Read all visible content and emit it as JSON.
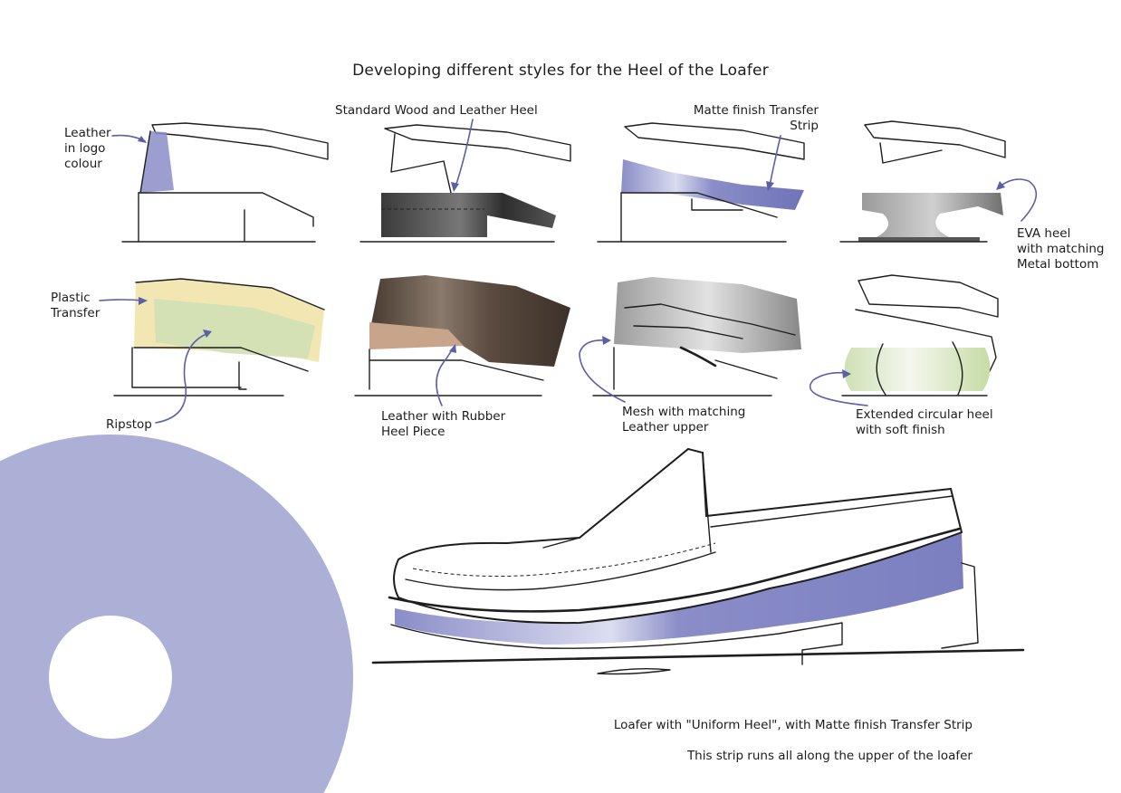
{
  "title": "Developing different styles for the Heel of the Loafer",
  "colors": {
    "accent_circle": "#adb0d6",
    "transfer_strip": "#8a8dc7",
    "arrow": "#5a5fa6"
  },
  "labels": {
    "leather_logo": "Leather\nin logo\ncolour",
    "standard_wood": "Standard Wood and Leather Heel",
    "matte_finish": "Matte finish Transfer\nStrip",
    "eva_heel": "EVA heel\nwith matching\nMetal bottom",
    "plastic_transfer": "Plastic\nTransfer",
    "ripstop": "Ripstop",
    "leather_rubber": "Leather with Rubber\nHeel Piece",
    "mesh": "Mesh with matching\nLeather upper",
    "extended_circular": "Extended circular heel\nwith soft finish"
  },
  "caption": {
    "line1": "Loafer with \"Uniform Heel\", with Matte finish Transfer Strip",
    "line2": "This strip runs all along the upper of the loafer"
  }
}
